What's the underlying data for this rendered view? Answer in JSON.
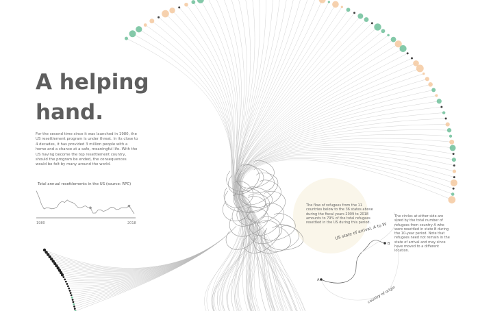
{
  "header": {
    "title_line1": "A helping",
    "title_line2": "hand."
  },
  "intro": "For the second time since it was launched in 1980, the US resettlement program is under threat. In its close to 4 decades, it has provided 3 million people with a home and a chance at a safe, meaningful life. With the US having become the top resettlement country, should the program be ended, the consequences would be felt by many around the world.",
  "legend": {
    "note_flow": "The flow of refugees from the 11 countries below to the 36 states above during the fiscal years 2009 to 2018 amounts to 79% of the total refugees resettled in the US during this period.",
    "note_circles": "The circles at either side are sized by the total number of refugees from country A who were resettled in state B during the 10-year period. Note that refugees need not remain in the state of arrival and may since have moved to a different location.",
    "state_axis_label": "US state of arrival, A to W",
    "country_axis_label": "country of origin",
    "point_a": "A",
    "point_b": "B"
  },
  "colors": {
    "green": "#6fbf9a",
    "peach": "#f5c9a0",
    "black": "#222222",
    "line": "#b8b8b8",
    "pale": "#faf6ea"
  },
  "chart_data": {
    "type": "line",
    "title": "Total annual resettlements in the US (source: RPC)",
    "xlabel": "",
    "ylabel": "",
    "x_tick_labels": [
      "1980",
      "2018"
    ],
    "x": [
      1980,
      1981,
      1982,
      1983,
      1984,
      1985,
      1986,
      1987,
      1988,
      1989,
      1990,
      1991,
      1992,
      1993,
      1994,
      1995,
      1996,
      1997,
      1998,
      1999,
      2000,
      2001,
      2002,
      2003,
      2004,
      2005,
      2006,
      2007,
      2008,
      2009,
      2010,
      2011,
      2012,
      2013,
      2014,
      2015,
      2016,
      2017,
      2018
    ],
    "y": [
      207,
      159,
      98,
      61,
      70,
      68,
      62,
      65,
      76,
      107,
      122,
      113,
      133,
      119,
      113,
      100,
      76,
      70,
      77,
      86,
      73,
      70,
      27,
      28,
      53,
      54,
      41,
      48,
      60,
      75,
      73,
      56,
      58,
      70,
      70,
      70,
      85,
      54,
      22
    ],
    "highlighted": [
      2001,
      2016
    ],
    "ylim": [
      0,
      210
    ],
    "grid": false
  }
}
